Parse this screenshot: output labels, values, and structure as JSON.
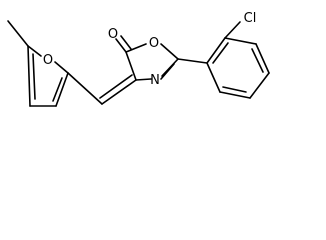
{
  "molecule": {
    "atoms": {
      "furan_oxygen": "O",
      "carbonyl_oxygen": "O",
      "ring_oxygen": "O",
      "ring_nitrogen": "N",
      "chlorine": "Cl"
    }
  },
  "colors": {
    "bond": "#000000",
    "label": "#000000",
    "background": "#ffffff"
  }
}
